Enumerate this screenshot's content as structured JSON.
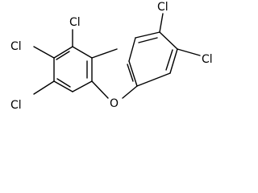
{
  "molecule": {
    "atoms": {
      "cl1": "Cl",
      "cl2": "Cl",
      "cl3": "Cl",
      "cl7": "Cl",
      "cl8": "Cl",
      "o5": "O"
    }
  }
}
